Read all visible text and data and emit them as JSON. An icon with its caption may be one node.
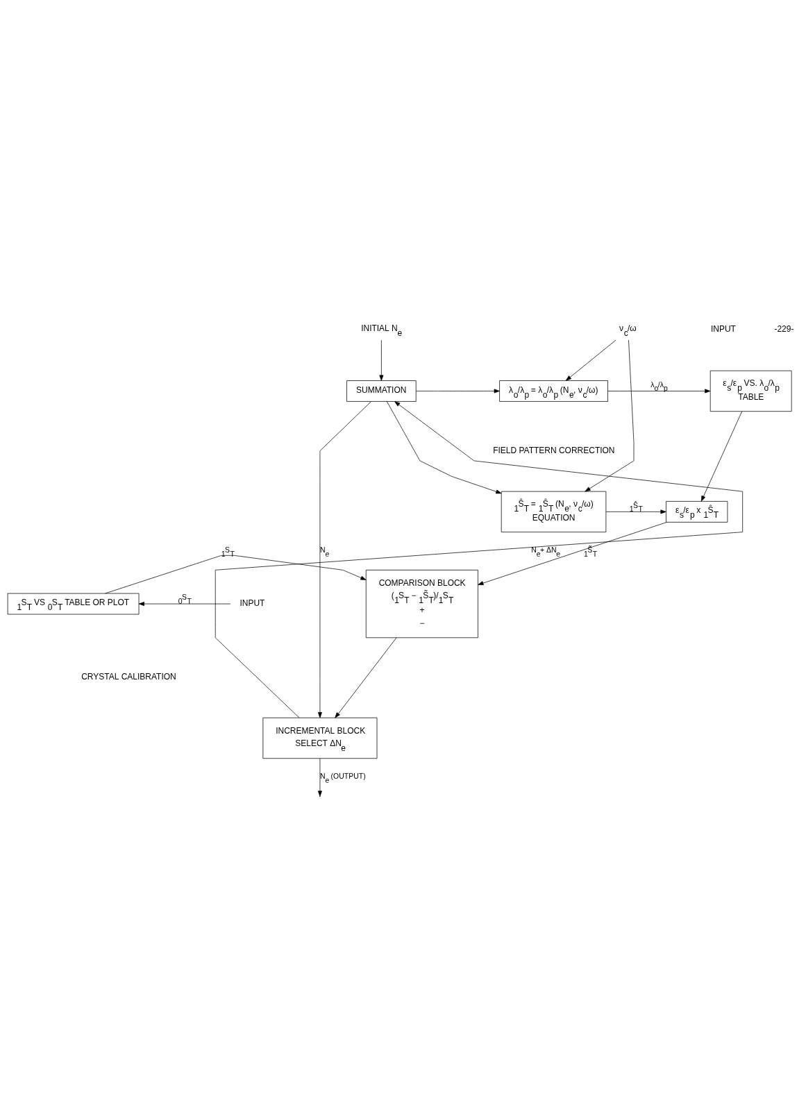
{
  "diagram": {
    "nodes": [
      {
        "text": [
          "INITIAL N$_{e}$"
        ]
      },
      {
        "text": [
          "ν$_{c}$/ω"
        ]
      },
      {
        "text": [
          "SUMMATION"
        ]
      },
      {
        "text": [
          "λ$_{o}$/λ$_{p}$ = λ$_{o}$/λ$_{p}$ (N$_{e}$, ν$_{c}$/ω)"
        ]
      },
      {
        "text": [
          "ε$_{s}$/ε$_{p}$ VS. λ$_{o}$/λ$_{p}$",
          "TABLE"
        ]
      },
      {
        "text": [
          "$_{1}$Ŝ$_{T}$ = $_{1}$Ŝ$_{T}$ (N$_{e}$, ν$_{c}$/ω)",
          "EQUATION"
        ]
      },
      {
        "text": [
          "ε$_{s}$/ε$_{p}$ x $_{1}$Ŝ$_{T}$"
        ]
      },
      {
        "text": [
          "INPUT"
        ]
      },
      {
        "text": [
          "$_{1}$S$_{T}$ VS $_{0}$S$_{T}$ TABLE OR PLOT"
        ]
      },
      {
        "text": [
          "COMPARISON BLOCK",
          "($_{1}$S$_{T}$ − $_{1}$S̃$_{T}$)/$_{1}$S$_{T}$",
          "+",
          "−"
        ]
      },
      {
        "text": [
          "INCREMENTAL BLOCK",
          "SELECT ΔN$_{e}$"
        ]
      }
    ],
    "edges": [
      {
        "from": 0,
        "to": 2,
        "arrow": "to"
      },
      {
        "from": 1,
        "to": 3,
        "arrow": "to"
      },
      {
        "from": 1,
        "to": 5,
        "arrow": "to"
      },
      {
        "from": 2,
        "to": 3,
        "arrow": "to"
      },
      {
        "from": 2,
        "to": 5,
        "arrow": "to"
      },
      {
        "from": 2,
        "to": 10,
        "arrow": "to",
        "label": "N$_{e}$"
      },
      {
        "from": 3,
        "to": 4,
        "arrow": "to",
        "label": "λ$_{o}$/λ$_{p}$"
      },
      {
        "from": 4,
        "to": 6,
        "arrow": "to"
      },
      {
        "from": 5,
        "to": 6,
        "arrow": "to",
        "label": "$_{1}$Ŝ$_{T}$"
      },
      {
        "from": 6,
        "to": 9,
        "arrow": "to",
        "label": "$_{1}$S̃$_{T}$"
      },
      {
        "from": 7,
        "to": 8,
        "arrow": "to",
        "label": "$_{0}$S$_{T}$"
      },
      {
        "from": 8,
        "to": 9,
        "arrow": "to",
        "label": "$_{1}$S$_{T}$"
      },
      {
        "from": 9,
        "to": 10,
        "arrow": "to"
      },
      {
        "from": 10,
        "to": 2,
        "arrow": "to",
        "label": "N$_{e}$+ ΔN$_{e}$"
      },
      {
        "from": 10,
        "to": null,
        "arrow": "to",
        "label": "N$_{e}$ (OUTPUT)"
      }
    ],
    "labels": [
      "INPUT",
      "-229-",
      "FIELD PATTERN CORRECTION",
      "CRYSTAL CALIBRATION"
    ]
  }
}
